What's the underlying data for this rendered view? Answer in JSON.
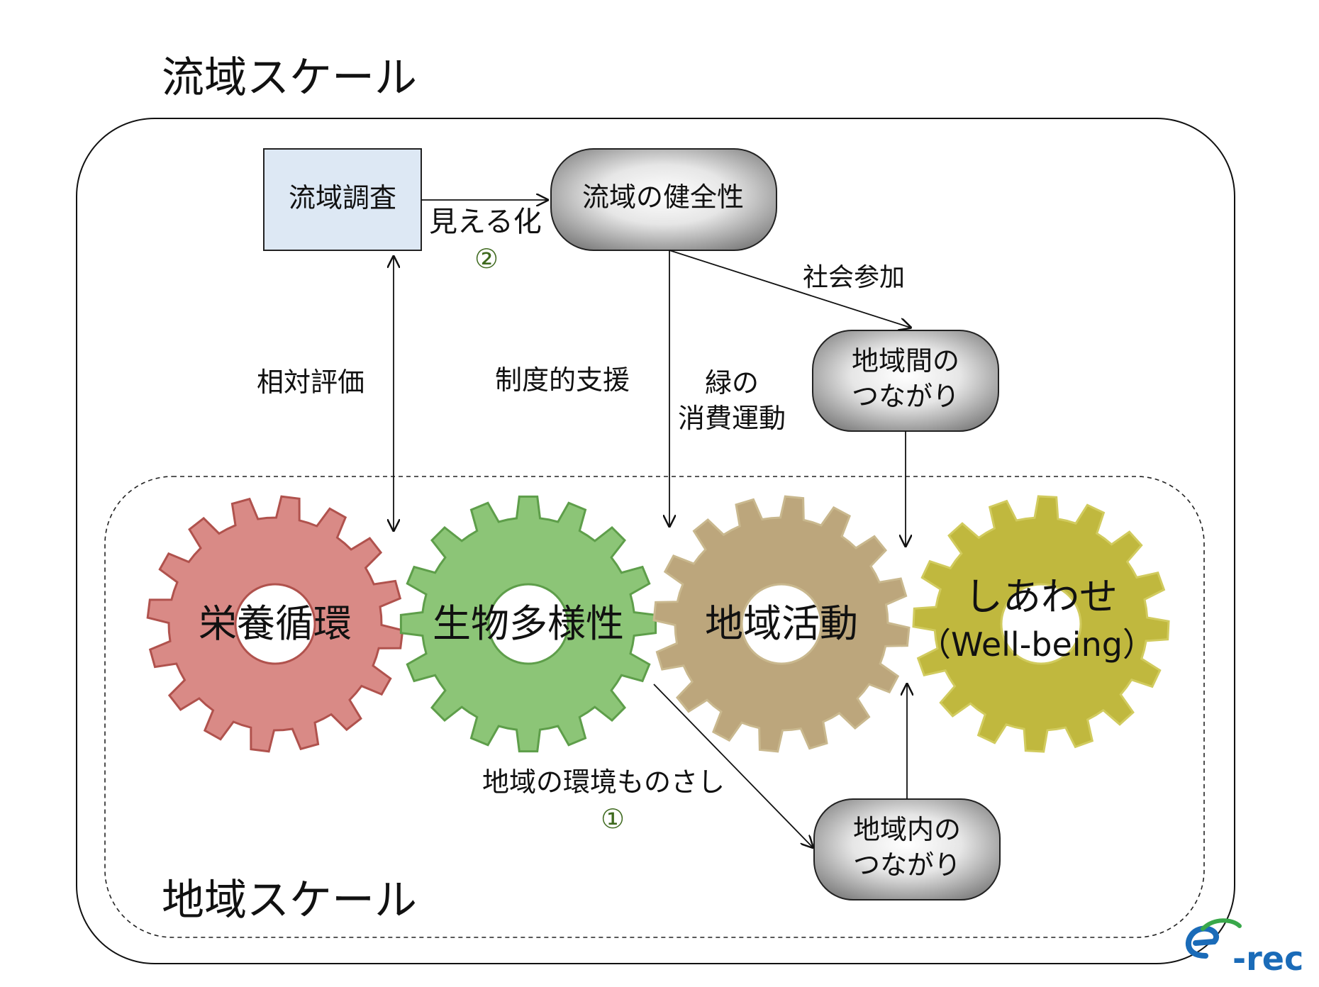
{
  "scales": {
    "watershed_title": "流域スケール",
    "regional_title": "地域スケール"
  },
  "nodes": {
    "survey": "流域調査",
    "watershed_health": "流域の健全性",
    "inter_region_line1": "地域間の",
    "inter_region_line2": "つながり",
    "intra_region_line1": "地域内の",
    "intra_region_line2": "つながり"
  },
  "edge_labels": {
    "visualize": "見える化",
    "visualize_num": "②",
    "social_participation": "社会参加",
    "relative_evaluation": "相対評価",
    "institutional_support": "制度的支援",
    "green_consumption_line1": "緑の",
    "green_consumption_line2": "消費運動",
    "env_yardstick": "地域の環境ものさし",
    "env_yardstick_num": "①"
  },
  "gears": {
    "nutrient": "栄養循環",
    "biodiversity": "生物多様性",
    "activity": "地域活動",
    "happiness_line1": "しあわせ",
    "happiness_line2": "（Well-being）"
  },
  "logo": {
    "text": "e-rec"
  },
  "colors": {
    "gear_nutrient": "#d98a86",
    "gear_biodiversity": "#8cc577",
    "gear_activity": "#bca67c",
    "gear_happiness": "#c0b83e",
    "survey_box": "#dde8f4",
    "number_green": "#3f6a1f",
    "logo_blue": "#1a6bb8",
    "logo_green": "#39a84a"
  }
}
